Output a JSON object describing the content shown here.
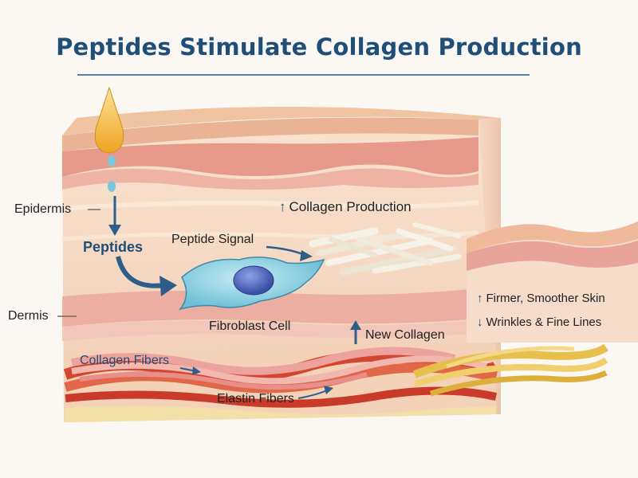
{
  "title": "Peptides Stimulate Collagen Production",
  "labels": {
    "epidermis": "Epidermis",
    "dermis": "Dermis",
    "peptides": "Peptides",
    "peptide_signal": "Peptide Signal",
    "collagen_production": "Collagen Production",
    "fibroblast_cell": "Fibroblast Cell",
    "new_collagen": "New Collagen",
    "collagen_fibers": "Collagen Fibers",
    "elastin_fibers": "Elastin Fibers",
    "firmer_skin": "Firmer, Smoother Skin",
    "wrinkles": "Wrinkles & Fine Lines"
  },
  "icons": {
    "increase": "up-arrow-icon",
    "decrease": "down-arrow-icon",
    "droplet": "serum-droplet-icon"
  },
  "colors": {
    "title": "#1f4e79",
    "skin_surface": "#f2c6a6",
    "epidermis_band": "#e9a08f",
    "dermis": "#f5dcc6",
    "collagen_fiber": "#e8a3a0",
    "elastin_fiber": "#e9c55a",
    "fibroblast": "#7ec6da",
    "droplet": "#f2b53a"
  }
}
